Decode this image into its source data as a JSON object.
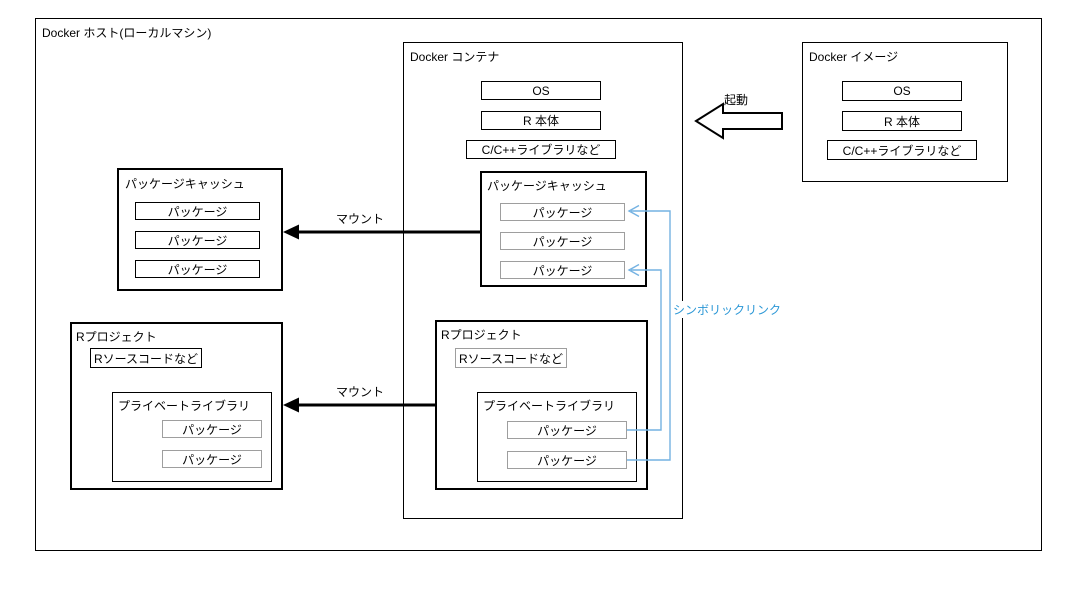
{
  "host": {
    "label": "Docker ホスト(ローカルマシン)"
  },
  "image": {
    "label": "Docker イメージ",
    "stack": [
      "OS",
      "R 本体",
      "C/C++ライブラリなど"
    ]
  },
  "container": {
    "label": "Docker コンテナ",
    "stack": [
      "OS",
      "R 本体",
      "C/C++ライブラリなど"
    ],
    "cache": {
      "label": "パッケージキャッシュ",
      "packages": [
        "パッケージ",
        "パッケージ",
        "パッケージ"
      ]
    },
    "project": {
      "label": "Rプロジェクト",
      "source": "Rソースコードなど",
      "private_library": {
        "label": "プライベートライブラリ",
        "packages": [
          "パッケージ",
          "パッケージ"
        ]
      }
    }
  },
  "host_cache": {
    "label": "パッケージキャッシュ",
    "packages": [
      "パッケージ",
      "パッケージ",
      "パッケージ"
    ]
  },
  "host_project": {
    "label": "Rプロジェクト",
    "source": "Rソースコードなど",
    "private_library": {
      "label": "プライベートライブラリ",
      "packages": [
        "パッケージ",
        "パッケージ"
      ]
    }
  },
  "labels": {
    "mount_top": "マウント",
    "mount_bottom": "マウント",
    "boot": "起動",
    "symlink": "シンボリックリンク"
  },
  "colors": {
    "symlink_line": "#74b2e2",
    "symlink_text": "#2b97d6",
    "line": "#000000",
    "muted_border": "#9e9e9e"
  }
}
